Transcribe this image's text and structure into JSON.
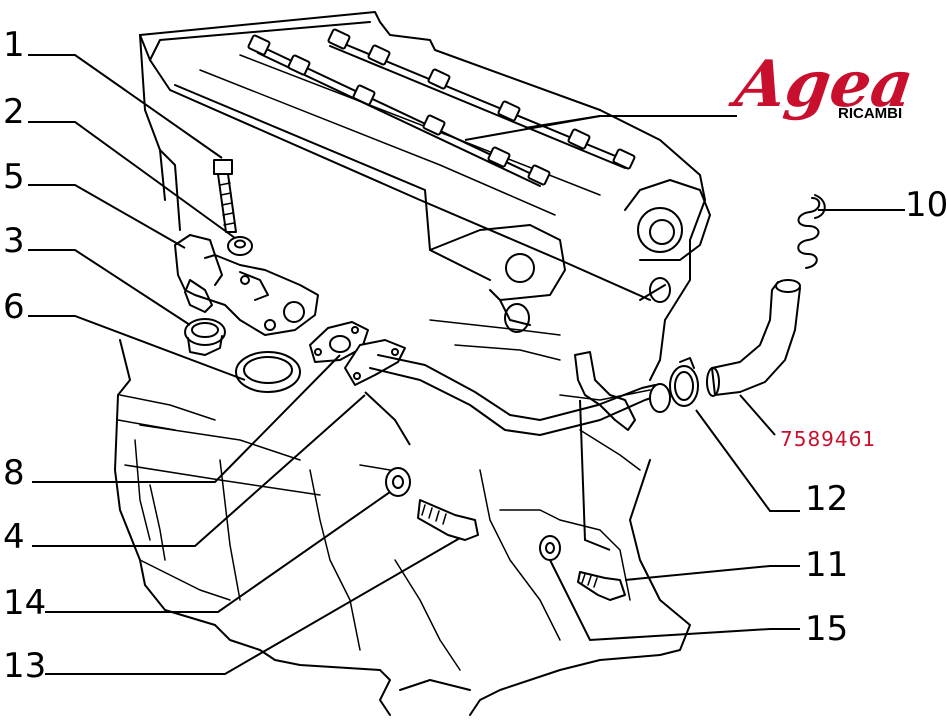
{
  "logo": {
    "brand": "Agea",
    "sub": "RICAMBI",
    "brand_color": "#c8102e"
  },
  "callouts": [
    {
      "id": "c1",
      "label": "1"
    },
    {
      "id": "c2",
      "label": "2"
    },
    {
      "id": "c5",
      "label": "5"
    },
    {
      "id": "c3",
      "label": "3"
    },
    {
      "id": "c6",
      "label": "6"
    },
    {
      "id": "c8",
      "label": "8"
    },
    {
      "id": "c4",
      "label": "4"
    },
    {
      "id": "c14",
      "label": "14"
    },
    {
      "id": "c13",
      "label": "13"
    },
    {
      "id": "c10",
      "label": "10"
    },
    {
      "id": "c12",
      "label": "12"
    },
    {
      "id": "c11",
      "label": "11"
    },
    {
      "id": "c15",
      "label": "15"
    }
  ],
  "part_number": {
    "value": "7589461",
    "color": "#c8102e"
  }
}
